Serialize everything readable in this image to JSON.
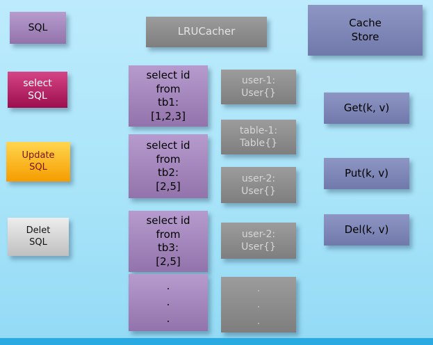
{
  "palette": {
    "background_top": "#bdebfd",
    "background_bottom": "#93daf5",
    "footer_bar": "#29abe2",
    "purple_box": "#a283ba",
    "magenta_box": "#b81d5e",
    "orange_box": "#fbaf00",
    "silver_box": "#d6d6d6",
    "gray_box": "#8c8c8c",
    "slate_box": "#7f88b6"
  },
  "header": {
    "sql": "SQL",
    "lru_cacher": "LRUCacher",
    "cache_store": "Cache\nStore"
  },
  "sql_ops": [
    {
      "label": "select\nSQL"
    },
    {
      "label": "Update\nSQL"
    },
    {
      "label": "Delet\nSQL"
    }
  ],
  "queries": [
    {
      "label": "select id\nfrom\ntb1:\n[1,2,3]"
    },
    {
      "label": "select id\nfrom\ntb2:\n[2,5]"
    },
    {
      "label": "select id\nfrom\ntb3:\n[2,5]"
    },
    {
      "label": ".\n.\n."
    }
  ],
  "cache_entries": [
    {
      "label": "user-1:\nUser{}"
    },
    {
      "label": "table-1:\nTable{}"
    },
    {
      "label": "user-2:\nUser{}"
    },
    {
      "label": "user-2:\nUser{}"
    },
    {
      "label": ".\n.\n."
    }
  ],
  "cache_ops": [
    {
      "label": "Get(k, v)"
    },
    {
      "label": "Put(k, v)"
    },
    {
      "label": "Del(k, v)"
    }
  ]
}
